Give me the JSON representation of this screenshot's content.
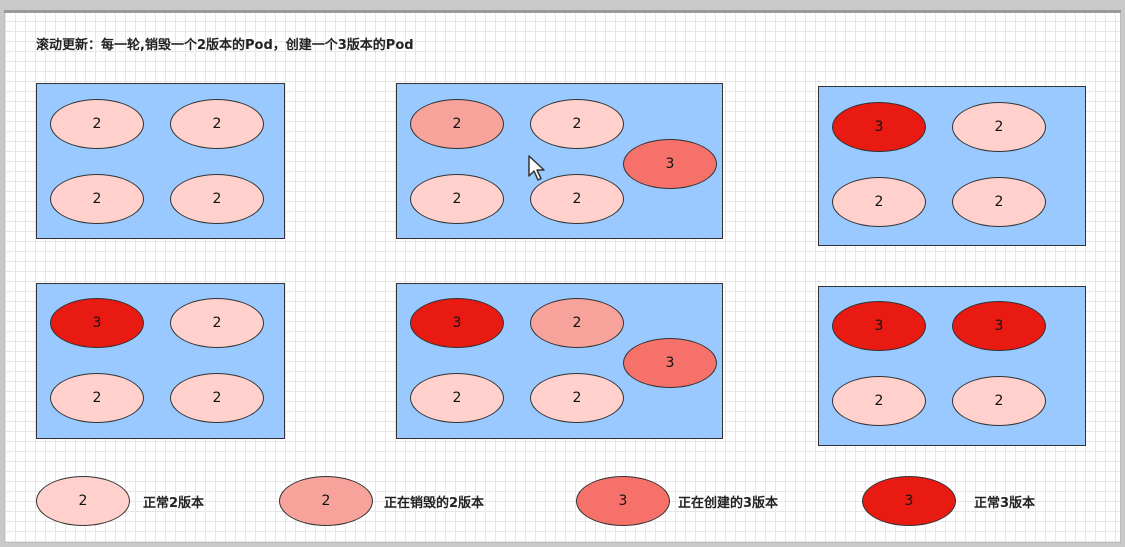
{
  "title": "滚动更新：每一轮,销毁一个2版本的Pod，创建一个3版本的Pod",
  "colors": {
    "box_fill": "#99c9ff",
    "normal2": "#ffd0cc",
    "destroy2": "#f7a29b",
    "create3": "#f6716a",
    "normal3": "#e81a12"
  },
  "boxes": [
    {
      "pods": [
        "2",
        "2",
        "2",
        "2"
      ]
    },
    {
      "pods": [
        "2",
        "2",
        "3",
        "2",
        "2"
      ]
    },
    {
      "pods": [
        "3",
        "2",
        "2",
        "2"
      ]
    },
    {
      "pods": [
        "3",
        "2",
        "2",
        "2"
      ]
    },
    {
      "pods": [
        "3",
        "2",
        "3",
        "2",
        "2"
      ]
    },
    {
      "pods": [
        "3",
        "3",
        "2",
        "2"
      ]
    }
  ],
  "legend": [
    {
      "pod": "2",
      "label": "正常2版本",
      "type": "normal2"
    },
    {
      "pod": "2",
      "label": "正在销毁的2版本",
      "type": "destroy2"
    },
    {
      "pod": "3",
      "label": "正在创建的3版本",
      "type": "create3"
    },
    {
      "pod": "3",
      "label": "正常3版本",
      "type": "normal3"
    }
  ]
}
